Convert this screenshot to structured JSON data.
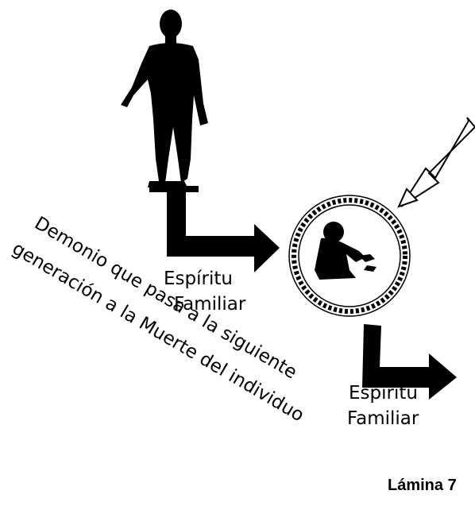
{
  "labels": {
    "spirit_1_line1": "Espíritu",
    "spirit_1_line2": "Familiar",
    "spirit_2_line1": "Espíritu",
    "spirit_2_line2": "Familiar",
    "diagonal_line1": "Demonio que pasa a la siguiente",
    "diagonal_line2": "generación a la Muerte del individuo",
    "plate": "Lámina 7"
  },
  "icons": {
    "adult": "standing-man-silhouette-icon",
    "child": "crouching-child-silhouette-icon",
    "chain": "chain-ring-icon",
    "outline_arrow": "outline-arrow-icon"
  },
  "colors": {
    "ink": "#000000",
    "background": "#ffffff"
  }
}
